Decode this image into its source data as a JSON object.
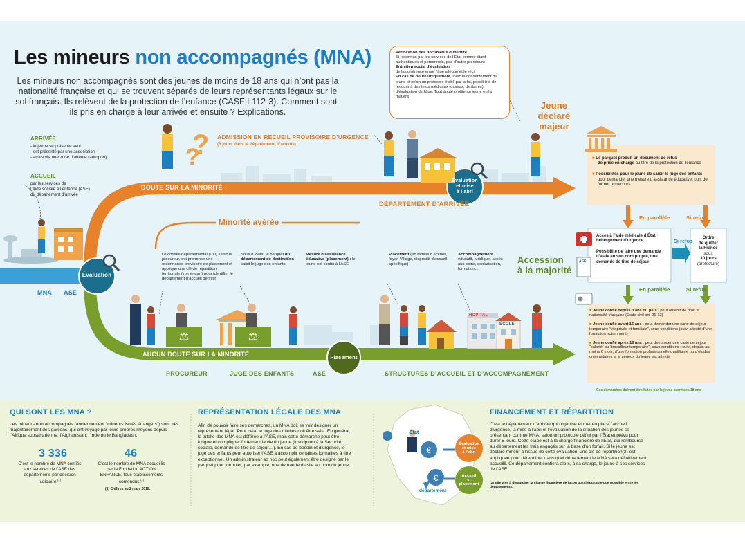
{
  "title": {
    "part1": "Les mineurs ",
    "part2": "non accompagnés (MNA)"
  },
  "intro": "Les mineurs non accompagnés sont des jeunes de moins de 18 ans qui n’ont pas la nationalité française et qui se trouvent séparés de leurs représentants légaux sur le sol français. Ils relèvent de la protection de l’enfance (CASF L112-3). Comment sont-ils pris en charge à leur arrivée et ensuite ? Explications.",
  "arrivee": {
    "heading": "ARRIVÉE",
    "lines": [
      "- le jeune se présente seul",
      "- est présenté par une association",
      "- arrive via une zone d’attente (aéroport)"
    ]
  },
  "accueil": {
    "heading": "ACCUEIL",
    "lines": [
      "par les services de",
      "l’Aide sociale à l’enfance (ASE)",
      "du département d’arrivée"
    ]
  },
  "verification_box": {
    "h1": "Vérification des documents d’identité",
    "p1": "Si reconnus par les services de l’État comme étant authentiques et personnels, pas d’autre procédure",
    "h2": "Entretien social d’évaluation",
    "p2": "de la cohérence entre l’âge allégué et le récit",
    "h3": "En cas de doute uniquement,",
    "p3": " avec le consentement du jeune et selon un protocole établi par la loi, possibilité de recourir à des tests médicaux (osseux, dentaires) d’évaluation de l’âge. Tout doute profite au jeune en la matière"
  },
  "admission": {
    "title": "ADMISSION EN RECUEIL PROVISOIRE D’URGENCE",
    "sub": "(5 jours dans le département d’arrivée)"
  },
  "jeune_majeur": [
    "Jeune",
    "déclaré majeur"
  ],
  "doute_minorite": "DOUTE SUR LA MINORITÉ",
  "evaluation_mise_abri": [
    "Évaluation",
    "et mise",
    "à l’abri"
  ],
  "departement_arrivee": "DÉPARTEMENT D’ARRIVÉE",
  "minorite_averee": "Minorité avérée",
  "evaluation": "Évaluation",
  "mna_label": "MNA",
  "ase_label": "ASE",
  "majeur_box": {
    "h1": "Le parquet produit un document de refus",
    "h1b": "de prise en charge",
    "p1": " au titre de la protection de l’enfance",
    "h2": "Possibilités pour le jeune de saisir le juge des enfants",
    "p2": "pour demander une mesure d’assistance éducative, puis de former un recours"
  },
  "en_parallele_1": "En parallèle",
  "si_refus_1": "Si refus",
  "si_refus_mid": "Si refus",
  "aide_box": {
    "line1": "Accès à l’aide médicale d’État,",
    "line2": "hébergement d’urgence",
    "line3": "Possibilité de faire une demande d’asile en son nom propre, une demande de titre de séjour"
  },
  "quitter_box": {
    "b1": "Ordre",
    "b2": "de quitter",
    "b3": "la France",
    "p1": "sous",
    "b4": "30 jours",
    "p2": "(préfecture)"
  },
  "ase_doc_label": "ASE",
  "en_parallele_2": "En parallèle",
  "si_refus_2": "Si refus",
  "accession": [
    "Accession",
    "à la majorité"
  ],
  "majorite_box": {
    "b1": "Jeune confié depuis 3 ans ou plus",
    "p1": " : peut obtenir de droit la nationalité française (Code civil art. 21-12)",
    "b2": "Jeune confié avant 16 ans",
    "p2": " : peut demander une carte de séjour temporaire “vie privée et familiale”, sous conditions (suivi attesté d’une formation notamment)",
    "b3": "Jeune confié après 16 ans",
    "p3": " : peut demander une carte de séjour “salarié” ou “travailleur temporaire”, sous conditions : suivi, depuis au moins 6 mois, d’une formation professionnelle qualifiante ou d’études universitaires si le sérieux du jeune est attesté"
  },
  "footnote_demarches": "Ces démarches doivent être faites par le jeune avant ses 18 ans",
  "conseil": "Le conseil départemental (CD) saisit le procureur, qui prononce une ordonnance provisoire de placement et applique une clé de répartition territoriale (voir encart) pour identifier le département d’accueil définitif",
  "sous8": {
    "p1": "Sous 8 jours, le parquet ",
    "b1": "du département de destination",
    "p2": " saisit le juge des enfants"
  },
  "mesure": {
    "b1": "Mesure d’assistance éducative (placement) :",
    "p1": " le jeune est confié à l’ASE"
  },
  "placement_txt": {
    "b1": "Placement",
    "p1": " (en famille d’accueil, foyer, Village, dispositif d’accueil spécifique)"
  },
  "accompagnement": {
    "b1": "Accompagnement",
    "p1": " éducatif, juridique, accès aux soins, scolarisation, formation..."
  },
  "hopital": "HOPITAL",
  "ecole": "ÉCOLE",
  "aucun_doute": "AUCUN DOUTE SUR LA MINORITÉ",
  "placement_circle": "Placement",
  "procureur": "PROCUREUR",
  "juge_enfants": "JUGE DES ENFANTS",
  "ase_bottom": "ASE",
  "structures": "STRUCTURES D’ACCUEIL ET D’ACCOMPAGNEMENT",
  "qui": {
    "heading": "QUI SONT LES MNA ?",
    "text": "Les mineurs non accompagnés (anciennement “mineurs isolés étrangers”) sont très majoritairement des garçons, qui ont voyagé par leurs propres moyens depuis l’Afrique subsaharienne, l’Afghanistan, l’Inde ou le Bangladesh.",
    "n1": "3 336",
    "t1": "C’est le nombre de MNA confiés aux services de l’ASE des départements par décision judiciaire.",
    "sup1": "(1)",
    "n2": "46",
    "t2": "C’est le nombre de MNA accueillis par la Fondation ACTION ENFANCE, tous établissements confondus.",
    "sup2": "(1)",
    "foot": "(1) Chiffres au 2 mars 2018."
  },
  "rep": {
    "heading": "REPRÉSENTATION LÉGALE DES MNA",
    "text": "Afin de pouvoir faire ses démarches, un MNA doit se voir désigner un représentant légal. Pour cela, le juge des tutelles doit être saisi. En général, la tutelle des MNA est déférée à l’ASE, mais cette démarche peut être longue et compliquer fortement la vie du jeune (inscription à la Sécurité sociale, demande de titre de séjour…). En cas de besoin et d’urgence, le juge des enfants peut autoriser l’ASE à accomplir certaines formalités à titre exceptionnel. Un administrateur ad hoc peut également être désigné par le parquet pour formuler, par exemple, une demande d’asile au nom du jeune."
  },
  "map": {
    "etat": "État",
    "departement": "département",
    "eval": [
      "Évaluation",
      "et mise",
      "à l’abri"
    ],
    "accueil": [
      "Accueil",
      "et",
      "placement"
    ]
  },
  "fin": {
    "heading": "FINANCEMENT ET RÉPARTITION",
    "text": "C’est le département d’arrivée qui organise et met en place l’accueil d’urgence, la mise à l’abri et l’évaluation de la situation des jeunes se présentant comme MNA, selon un protocole défini par l’État et prévu pour durer 5 jours. Cette étape est à la charge financière de l’État, qui rembourse au département les frais engagés sur la base d’un forfait. Si le jeune est déclaré mineur à l’issue de cette évaluation, une clé de répartition(2) est appliquée pour déterminer dans quel département le MNA sera définitivement accueilli. Ce département confiera alors, à sa charge, le jeune à ses services de l’ASE.",
    "foot": "(2) Elle vise à dispatcher la charge financière de façon aussi équitable que possible entre les départements."
  },
  "colors": {
    "green": "#7a9e2c",
    "orange": "#e8822a",
    "blue": "#1d7ec0",
    "teal": "#1b6f8c",
    "navy": "#123f66",
    "panel": "#fbe9cf"
  }
}
